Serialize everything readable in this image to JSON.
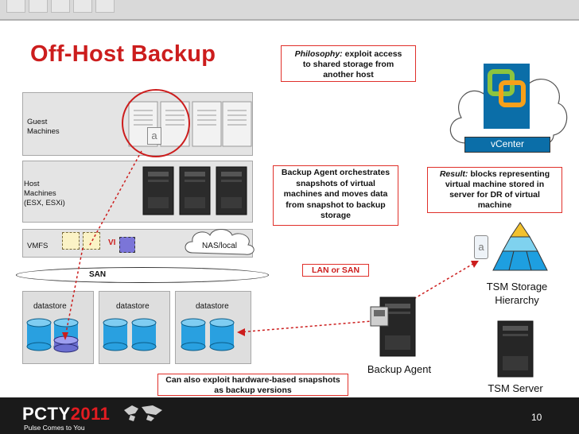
{
  "title": "Off-Host Backup",
  "notes": {
    "philosophy_lead": "Philosophy:",
    "philosophy_rest": " exploit access",
    "philosophy_line2": "to shared storage from",
    "philosophy_line3": "another host",
    "orchestrate": [
      "Backup Agent orchestrates",
      "snapshots of virtual",
      "machines and moves data",
      "from snapshot to backup",
      "storage"
    ],
    "result_lead": "Result:",
    "result_rest": " blocks representing",
    "result_lines": [
      "virtual machine stored in",
      "server for DR of virtual",
      "machine"
    ],
    "lan_san": "LAN or SAN",
    "hw_snapshots": [
      "Can also exploit hardware-based snapshots",
      "as backup versions"
    ]
  },
  "layers": {
    "guest": [
      "Guest",
      "Machines"
    ],
    "host": [
      "Host",
      "Machines",
      "(ESX, ESXi)"
    ],
    "vmfs": "VMFS",
    "vm_tag": "VI",
    "nas": "NAS/local",
    "san": "SAN",
    "datastores": [
      "datastore",
      "datastore",
      "datastore"
    ],
    "guest_app_glyph": "a"
  },
  "right": {
    "vcenter": "vCenter",
    "tsm_storage": [
      "TSM Storage",
      "Hierarchy"
    ],
    "tsm_server": "TSM Server",
    "backup_agent": "Backup Agent",
    "storage_app_glyph": "a"
  },
  "footer": {
    "brand": "PCTY",
    "year": "2011",
    "tagline": "Pulse Comes to You",
    "page": "10"
  },
  "colors": {
    "accent": "#cc1d1d",
    "note_border": "#e0302a",
    "disk": "#29a0e0",
    "disk_alt": "#6b6fd1",
    "vcenter_bar": "#0b6ea8",
    "footer_bg": "#1a1a1a"
  }
}
